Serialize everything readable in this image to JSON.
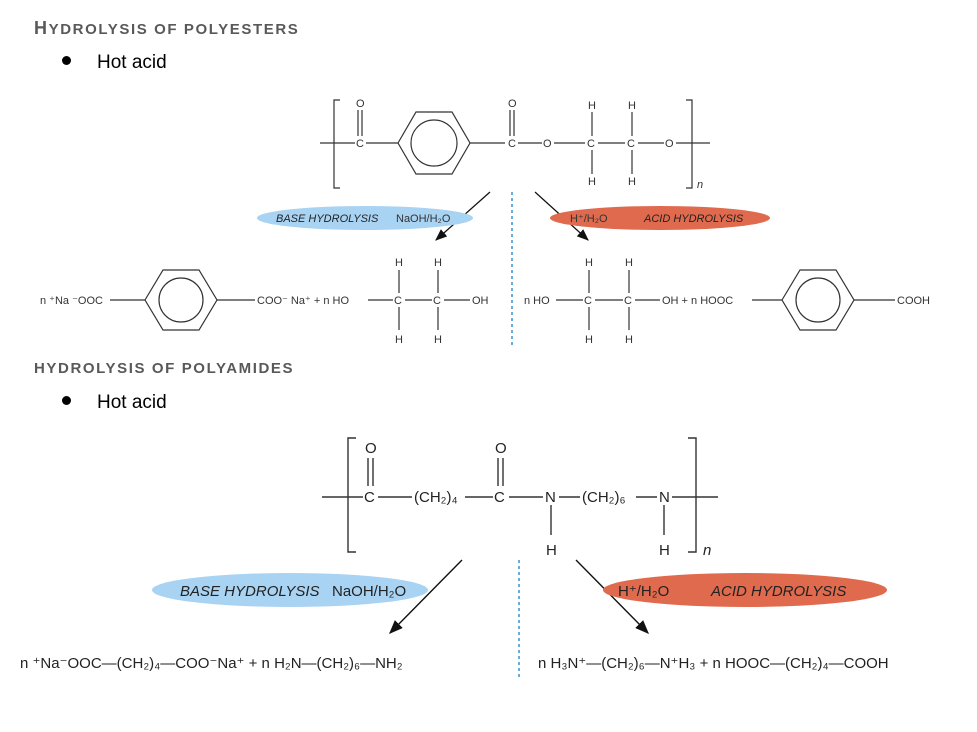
{
  "section1": {
    "heading_first": "H",
    "heading_rest": "YDROLYSIS OF POLYESTERS",
    "bullet": "Hot acid",
    "polymer": {
      "O": "O",
      "C": "C",
      "H": "H",
      "n": "n"
    },
    "base_pill": {
      "label": "BASE HYDROLYSIS",
      "reagent": "NaOH/H₂O",
      "color": "#a9d3f2"
    },
    "acid_pill": {
      "reagent": "H⁺/H₂O",
      "label": "ACID HYDROLYSIS",
      "color": "#e06a4e"
    },
    "products_base": {
      "salt_left": "n ⁺Na ⁻OOC",
      "salt_right": "COO⁻ Na⁺ + n HO",
      "diol_right": "OH"
    },
    "products_acid": {
      "diol_left": "n HO",
      "diol_right": "OH + n HOOC",
      "acid_right": "COOH"
    }
  },
  "section2": {
    "heading": "HYDROLYSIS OF POLYAMIDES",
    "bullet": "Hot acid",
    "polymer": {
      "chain1": "(CH₂)₄",
      "chain2": "(CH₂)₆",
      "N": "N",
      "n": "n"
    },
    "base_pill": {
      "label": "BASE HYDROLYSIS",
      "reagent": "NaOH/H₂O",
      "color": "#a9d3f2"
    },
    "acid_pill": {
      "reagent": "H⁺/H₂O",
      "label": "ACID HYDROLYSIS",
      "color": "#e06a4e"
    },
    "products_base": "n ⁺Na⁻OOC—(CH₂)₄—COO⁻Na⁺ + n H₂N—(CH₂)₆—NH₂",
    "products_acid": "n H₃N⁺—(CH₂)₆—N⁺H₃ + n HOOC—(CH₂)₄—COOH"
  }
}
